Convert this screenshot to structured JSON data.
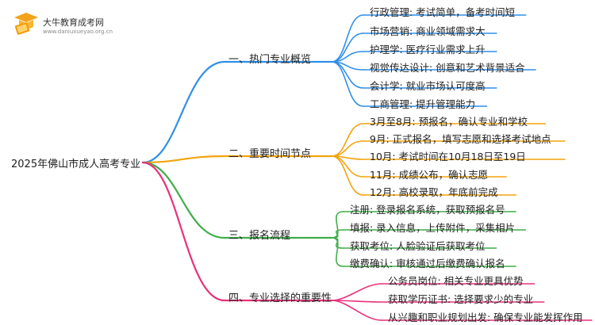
{
  "logo": {
    "title": "大牛教育成考网",
    "url": "www.daniuxueyao.org.cn"
  },
  "root": {
    "label": "2025年佛山市成人高考专业"
  },
  "branches": [
    {
      "label": "一、热门专业概览",
      "color": "#2f8fe8",
      "items": [
        "行政管理: 考试简单，备考时间短",
        "市场营销: 商业领域需求大",
        "护理学: 医疗行业需求上升",
        "视觉传达设计: 创意和艺术背景适合",
        "会计学: 就业市场认可度高",
        "工商管理: 提升管理能力"
      ]
    },
    {
      "label": "二、重要时间节点",
      "color": "#f3a40c",
      "items": [
        "3月至8月: 预报名，确认专业和学校",
        "9月: 正式报名，填写志愿和选择考试地点",
        "10月: 考试时间在10月18日至19日",
        "11月: 成绩公布，确认志愿",
        "12月: 高校录取，年底前完成"
      ]
    },
    {
      "label": "三、报名流程",
      "color": "#3fae49",
      "items": [
        "注册: 登录报名系统，获取预报名号",
        "填报: 录入信息，上传附件，采集相片",
        "获取考位: 人脸验证后获取考位",
        "缴费确认: 审核通过后缴费确认报名"
      ]
    },
    {
      "label": "四、专业选择的重要性",
      "color": "#e8317a",
      "items": [
        "公务员岗位: 相关专业更具优势",
        "获取学历证书: 选择要求少的专业",
        "从兴趣和职业规划出发: 确保专业能发挥作用"
      ]
    }
  ]
}
